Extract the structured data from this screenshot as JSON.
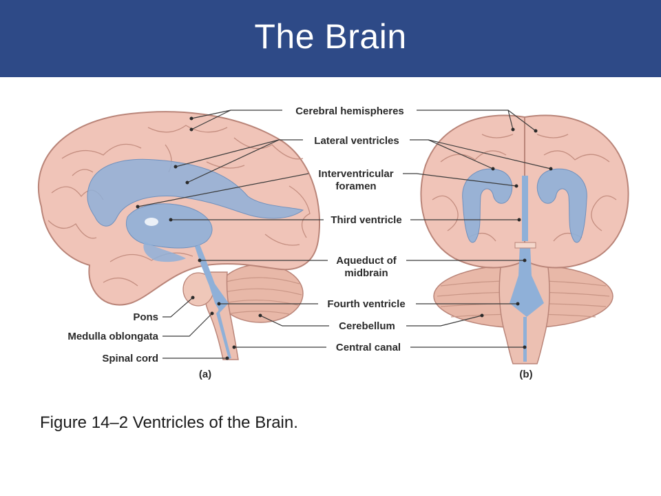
{
  "header": {
    "title": "The Brain"
  },
  "figure": {
    "labels": {
      "cerebral_hemispheres": "Cerebral hemispheres",
      "lateral_ventricles": "Lateral ventricles",
      "interventricular_1": "Interventricular",
      "interventricular_2": "foramen",
      "third_ventricle": "Third ventricle",
      "aqueduct_1": "Aqueduct of",
      "aqueduct_2": "midbrain",
      "fourth_ventricle": "Fourth ventricle",
      "cerebellum": "Cerebellum",
      "central_canal": "Central canal",
      "pons": "Pons",
      "medulla_oblongata": "Medulla oblongata",
      "spinal_cord": "Spinal cord"
    },
    "panel_a": "(a)",
    "panel_b": "(b)",
    "colors": {
      "brain_fill": "#f0c4b8",
      "brain_stroke": "#b98478",
      "ventricle_fill": "#8fb0d8",
      "header_bg": "#2e4a87"
    }
  },
  "caption": "Figure 14–2 Ventricles of the Brain."
}
